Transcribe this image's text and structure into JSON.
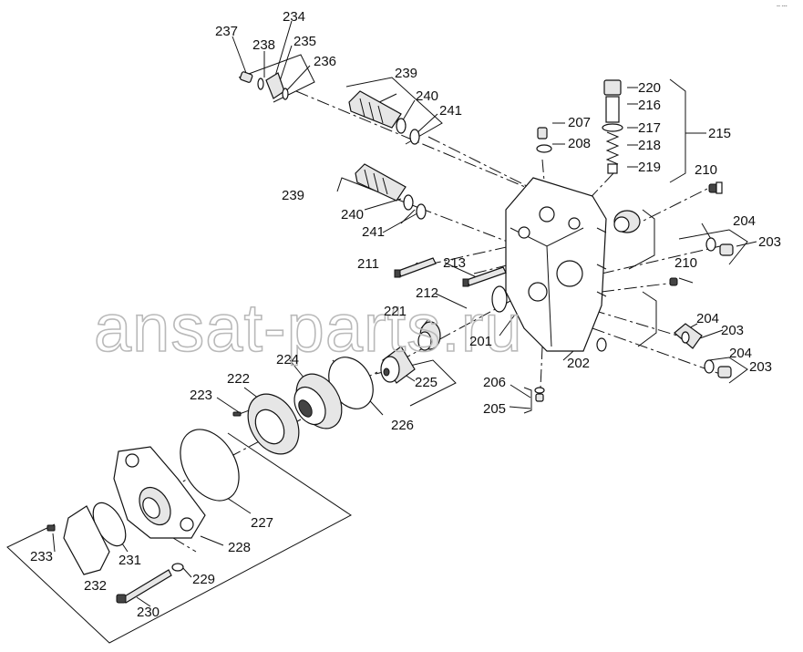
{
  "watermark": "ansat-parts.ru",
  "corner_mark": "-- ---",
  "labels": {
    "l201": "201",
    "l202": "202",
    "l203a": "203",
    "l203b": "203",
    "l203c": "203",
    "l204a": "204",
    "l204b": "204",
    "l204c": "204",
    "l205": "205",
    "l206": "206",
    "l207": "207",
    "l208": "208",
    "l210a": "210",
    "l210b": "210",
    "l211": "211",
    "l212": "212",
    "l213": "213",
    "l215": "215",
    "l216": "216",
    "l217": "217",
    "l218": "218",
    "l219": "219",
    "l220": "220",
    "l221": "221",
    "l222": "222",
    "l223": "223",
    "l224": "224",
    "l225": "225",
    "l226": "226",
    "l227": "227",
    "l228": "228",
    "l229": "229",
    "l230": "230",
    "l231": "231",
    "l232": "232",
    "l233": "233",
    "l234": "234",
    "l235": "235",
    "l236": "236",
    "l237": "237",
    "l238": "238",
    "l239a": "239",
    "l239b": "239",
    "l240a": "240",
    "l240b": "240",
    "l241a": "241",
    "l241b": "241"
  }
}
